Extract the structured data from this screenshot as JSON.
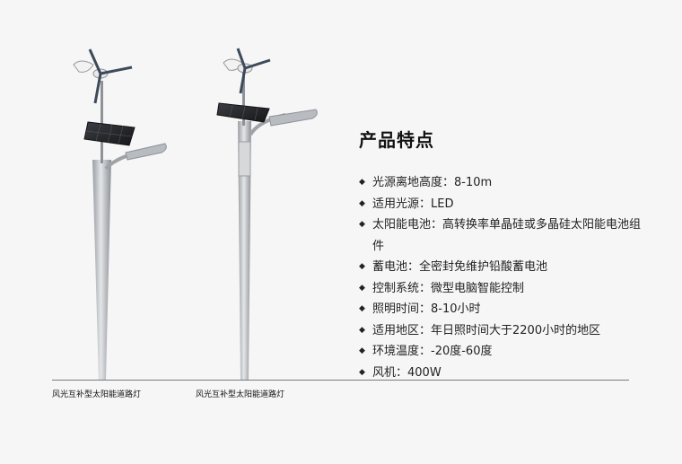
{
  "title": "产品特点",
  "features": [
    {
      "label": "光源离地高度：8-10m"
    },
    {
      "label": "适用光源：LED"
    },
    {
      "label": "太阳能电池：高转换率单晶硅或多晶硅太阳能电池组件"
    },
    {
      "label": "蓄电池：全密封免维护铅酸蓄电池"
    },
    {
      "label": "控制系统：微型电脑智能控制"
    },
    {
      "label": "照明时间：8-10小时"
    },
    {
      "label": "适用地区：年日照时间大于2200小时的地区"
    },
    {
      "label": "环境温度：-20度-60度"
    },
    {
      "label": "风机：400W"
    }
  ],
  "captions": [
    "风光互补型太阳能道路灯",
    "风光互补型太阳能道路灯"
  ],
  "bullet_glyph": "◆"
}
